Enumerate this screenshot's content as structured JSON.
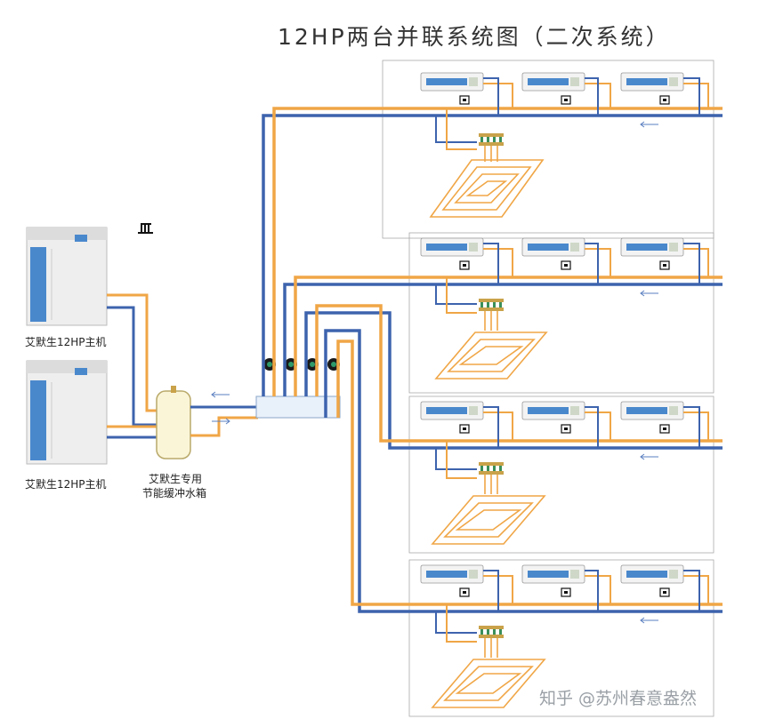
{
  "title": "12HP两台并联系统图（二次系统）",
  "labels": {
    "host_unit_1": "艾默生12HP主机",
    "host_unit_2": "艾默生12HP主机",
    "buffer_tank_line1": "艾默生专用",
    "buffer_tank_line2": "节能缓冲水箱"
  },
  "watermark": "知乎 @苏州春意盎然",
  "colors": {
    "supply_pipe": "#f0a646",
    "return_pipe": "#3d63ad",
    "unit_panel": "#4a88cc",
    "zone_border": "#aaaaaa"
  },
  "icons": [
    "heat-pump-unit-icon",
    "buffer-tank-icon",
    "circulation-pump-icon",
    "fan-coil-unit-icon",
    "thermostat-icon",
    "floor-heating-manifold-icon",
    "floor-heating-coil-icon",
    "flow-arrow-icon"
  ]
}
